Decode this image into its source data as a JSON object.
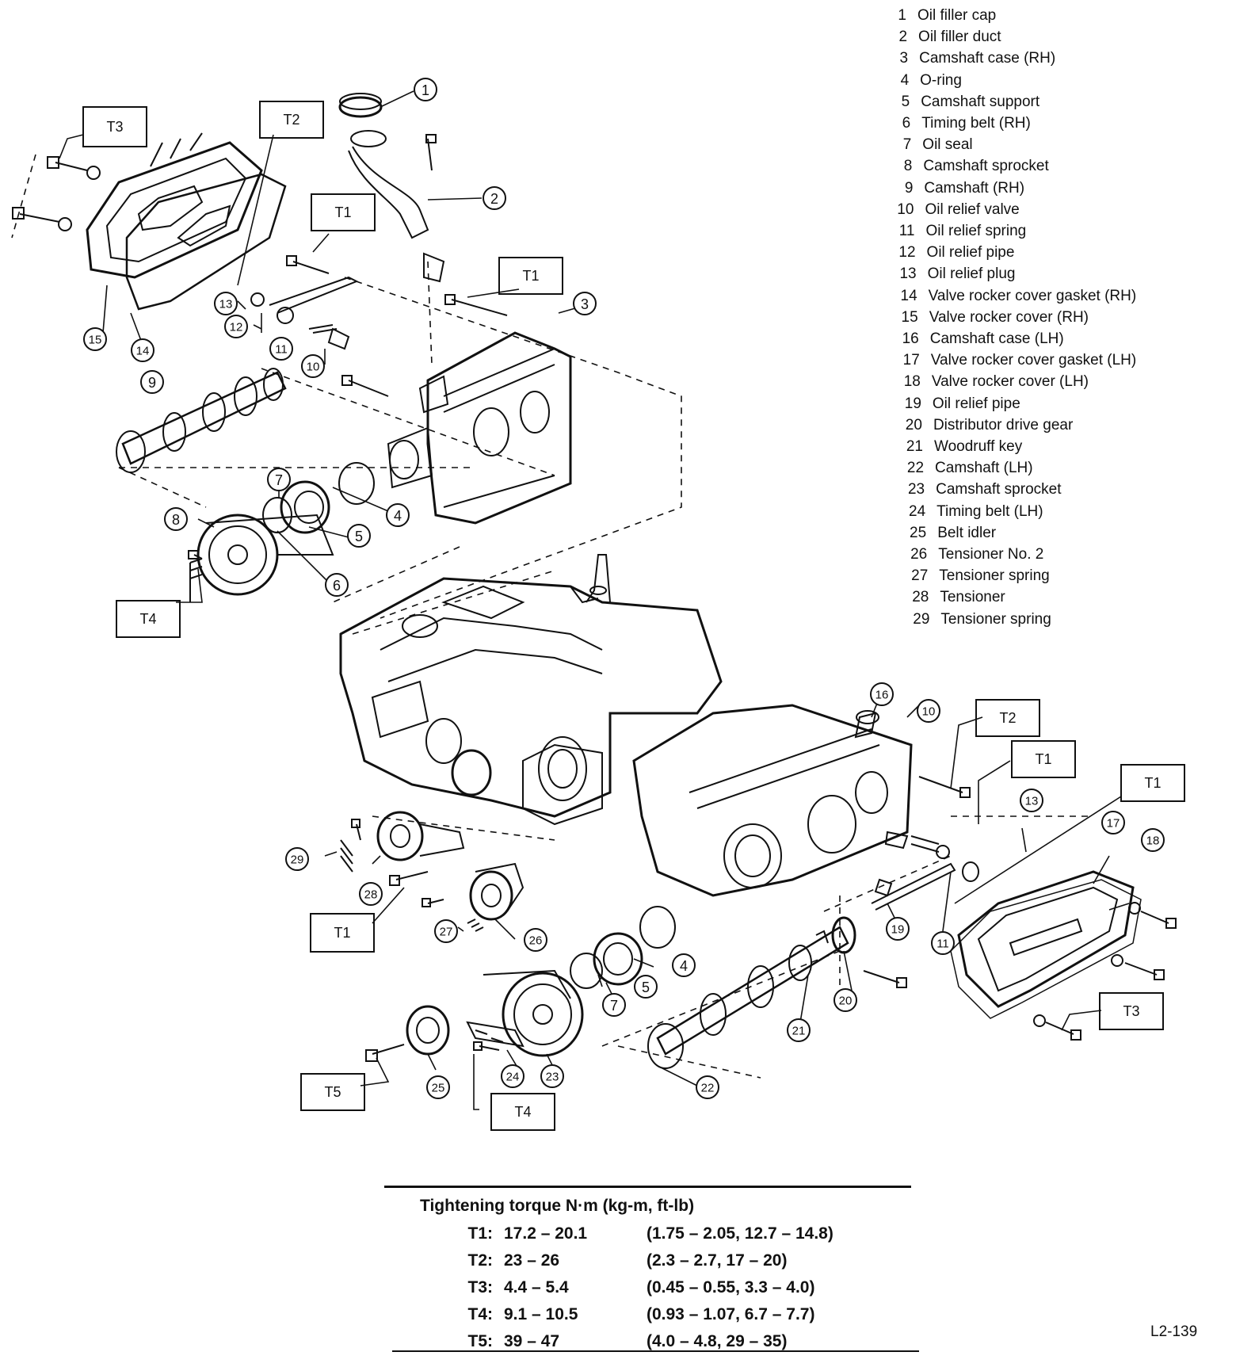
{
  "legend": [
    {
      "num": "1",
      "name": "Oil filler cap"
    },
    {
      "num": "2",
      "name": "Oil filler duct"
    },
    {
      "num": "3",
      "name": "Camshaft case (RH)"
    },
    {
      "num": "4",
      "name": "O-ring"
    },
    {
      "num": "5",
      "name": "Camshaft support"
    },
    {
      "num": "6",
      "name": "Timing belt (RH)"
    },
    {
      "num": "7",
      "name": "Oil seal"
    },
    {
      "num": "8",
      "name": "Camshaft sprocket"
    },
    {
      "num": "9",
      "name": "Camshaft (RH)"
    },
    {
      "num": "10",
      "name": "Oil relief valve"
    },
    {
      "num": "11",
      "name": "Oil relief spring"
    },
    {
      "num": "12",
      "name": "Oil relief pipe"
    },
    {
      "num": "13",
      "name": "Oil relief plug"
    },
    {
      "num": "14",
      "name": "Valve rocker cover gasket (RH)"
    },
    {
      "num": "15",
      "name": "Valve rocker cover (RH)"
    },
    {
      "num": "16",
      "name": "Camshaft case (LH)"
    },
    {
      "num": "17",
      "name": "Valve rocker cover gasket (LH)"
    },
    {
      "num": "18",
      "name": "Valve rocker cover (LH)"
    },
    {
      "num": "19",
      "name": "Oil relief pipe"
    },
    {
      "num": "20",
      "name": "Distributor drive gear"
    },
    {
      "num": "21",
      "name": "Woodruff key"
    },
    {
      "num": "22",
      "name": "Camshaft (LH)"
    },
    {
      "num": "23",
      "name": "Camshaft sprocket"
    },
    {
      "num": "24",
      "name": "Timing belt (LH)"
    },
    {
      "num": "25",
      "name": "Belt idler"
    },
    {
      "num": "26",
      "name": "Tensioner No. 2"
    },
    {
      "num": "27",
      "name": "Tensioner spring"
    },
    {
      "num": "28",
      "name": "Tensioner"
    },
    {
      "num": "29",
      "name": "Tensioner spring"
    }
  ],
  "part_callouts": [
    "1",
    "2",
    "3",
    "4",
    "5",
    "6",
    "7",
    "8",
    "9",
    "10",
    "11",
    "12",
    "13",
    "14",
    "15",
    "16",
    "10",
    "11",
    "13",
    "17",
    "18",
    "19",
    "20",
    "21",
    "22",
    "23",
    "24",
    "25",
    "26",
    "27",
    "28",
    "29",
    "4",
    "5",
    "7"
  ],
  "torque_callouts": [
    "T3",
    "T2",
    "T1",
    "T1",
    "T4",
    "T1",
    "T2",
    "T1",
    "T1",
    "T3",
    "T5",
    "T4"
  ],
  "torque": {
    "title": "Tightening torque  N·m (kg-m, ft-lb)",
    "rows": [
      {
        "code": "T1:",
        "nm": "17.2 – 20.1",
        "alt": "(1.75 – 2.05, 12.7 – 14.8)"
      },
      {
        "code": "T2:",
        "nm": "23 – 26",
        "alt": "(2.3 – 2.7, 17 – 20)"
      },
      {
        "code": "T3:",
        "nm": "4.4 – 5.4",
        "alt": "(0.45 – 0.55, 3.3 – 4.0)"
      },
      {
        "code": "T4:",
        "nm": "9.1 – 10.5",
        "alt": "(0.93 – 1.07, 6.7 – 7.7)"
      },
      {
        "code": "T5:",
        "nm": "39 – 47",
        "alt": "(4.0 – 4.8, 29 – 35)"
      }
    ]
  },
  "figure_id": "L2-139"
}
